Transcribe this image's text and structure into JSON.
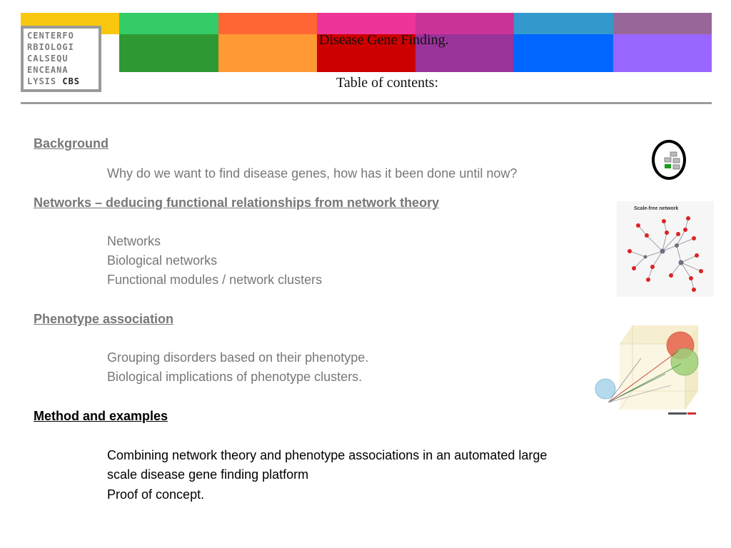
{
  "colors": {
    "stripes_top": [
      "#f9c80e",
      "#33cc66",
      "#ff6633",
      "#ee3399",
      "#cc3399",
      "#3399cc",
      "#996699"
    ],
    "stripes_bottom": [
      "#ffffff",
      "#2e9933",
      "#ff9933",
      "#cc0000",
      "#993399",
      "#0066ff",
      "#9966ff"
    ],
    "heading_grey": "#777777",
    "text_grey": "#777777",
    "divider": "#9b9b9b"
  },
  "logo": {
    "lines": [
      "CENTERFO",
      "RBIOLOGI",
      "CALSEQU",
      "ENCEANA",
      "LYSIS"
    ],
    "cbs": "CBS"
  },
  "header": {
    "title": "Disease Gene Finding.",
    "subtitle": "Table of contents:"
  },
  "sections": {
    "background": {
      "heading": "Background",
      "items": [
        "Why do we want to find disease genes, how has it been done until now?"
      ]
    },
    "networks": {
      "heading": "Networks – deducing functional relationships from network theory",
      "items": [
        "Networks",
        "Biological networks",
        "Functional modules / network clusters"
      ]
    },
    "phenotype": {
      "heading": "Phenotype association",
      "items": [
        "Grouping disorders based on their phenotype.",
        "Biological implications of phenotype clusters."
      ]
    },
    "method": {
      "heading": "Method and examples",
      "items": [
        "Combining network theory and phenotype associations in an automated large",
        "scale disease gene finding platform",
        "Proof of concept."
      ]
    }
  },
  "figures": {
    "network_title": "Scale-free network",
    "icon": "module-network-icon"
  }
}
